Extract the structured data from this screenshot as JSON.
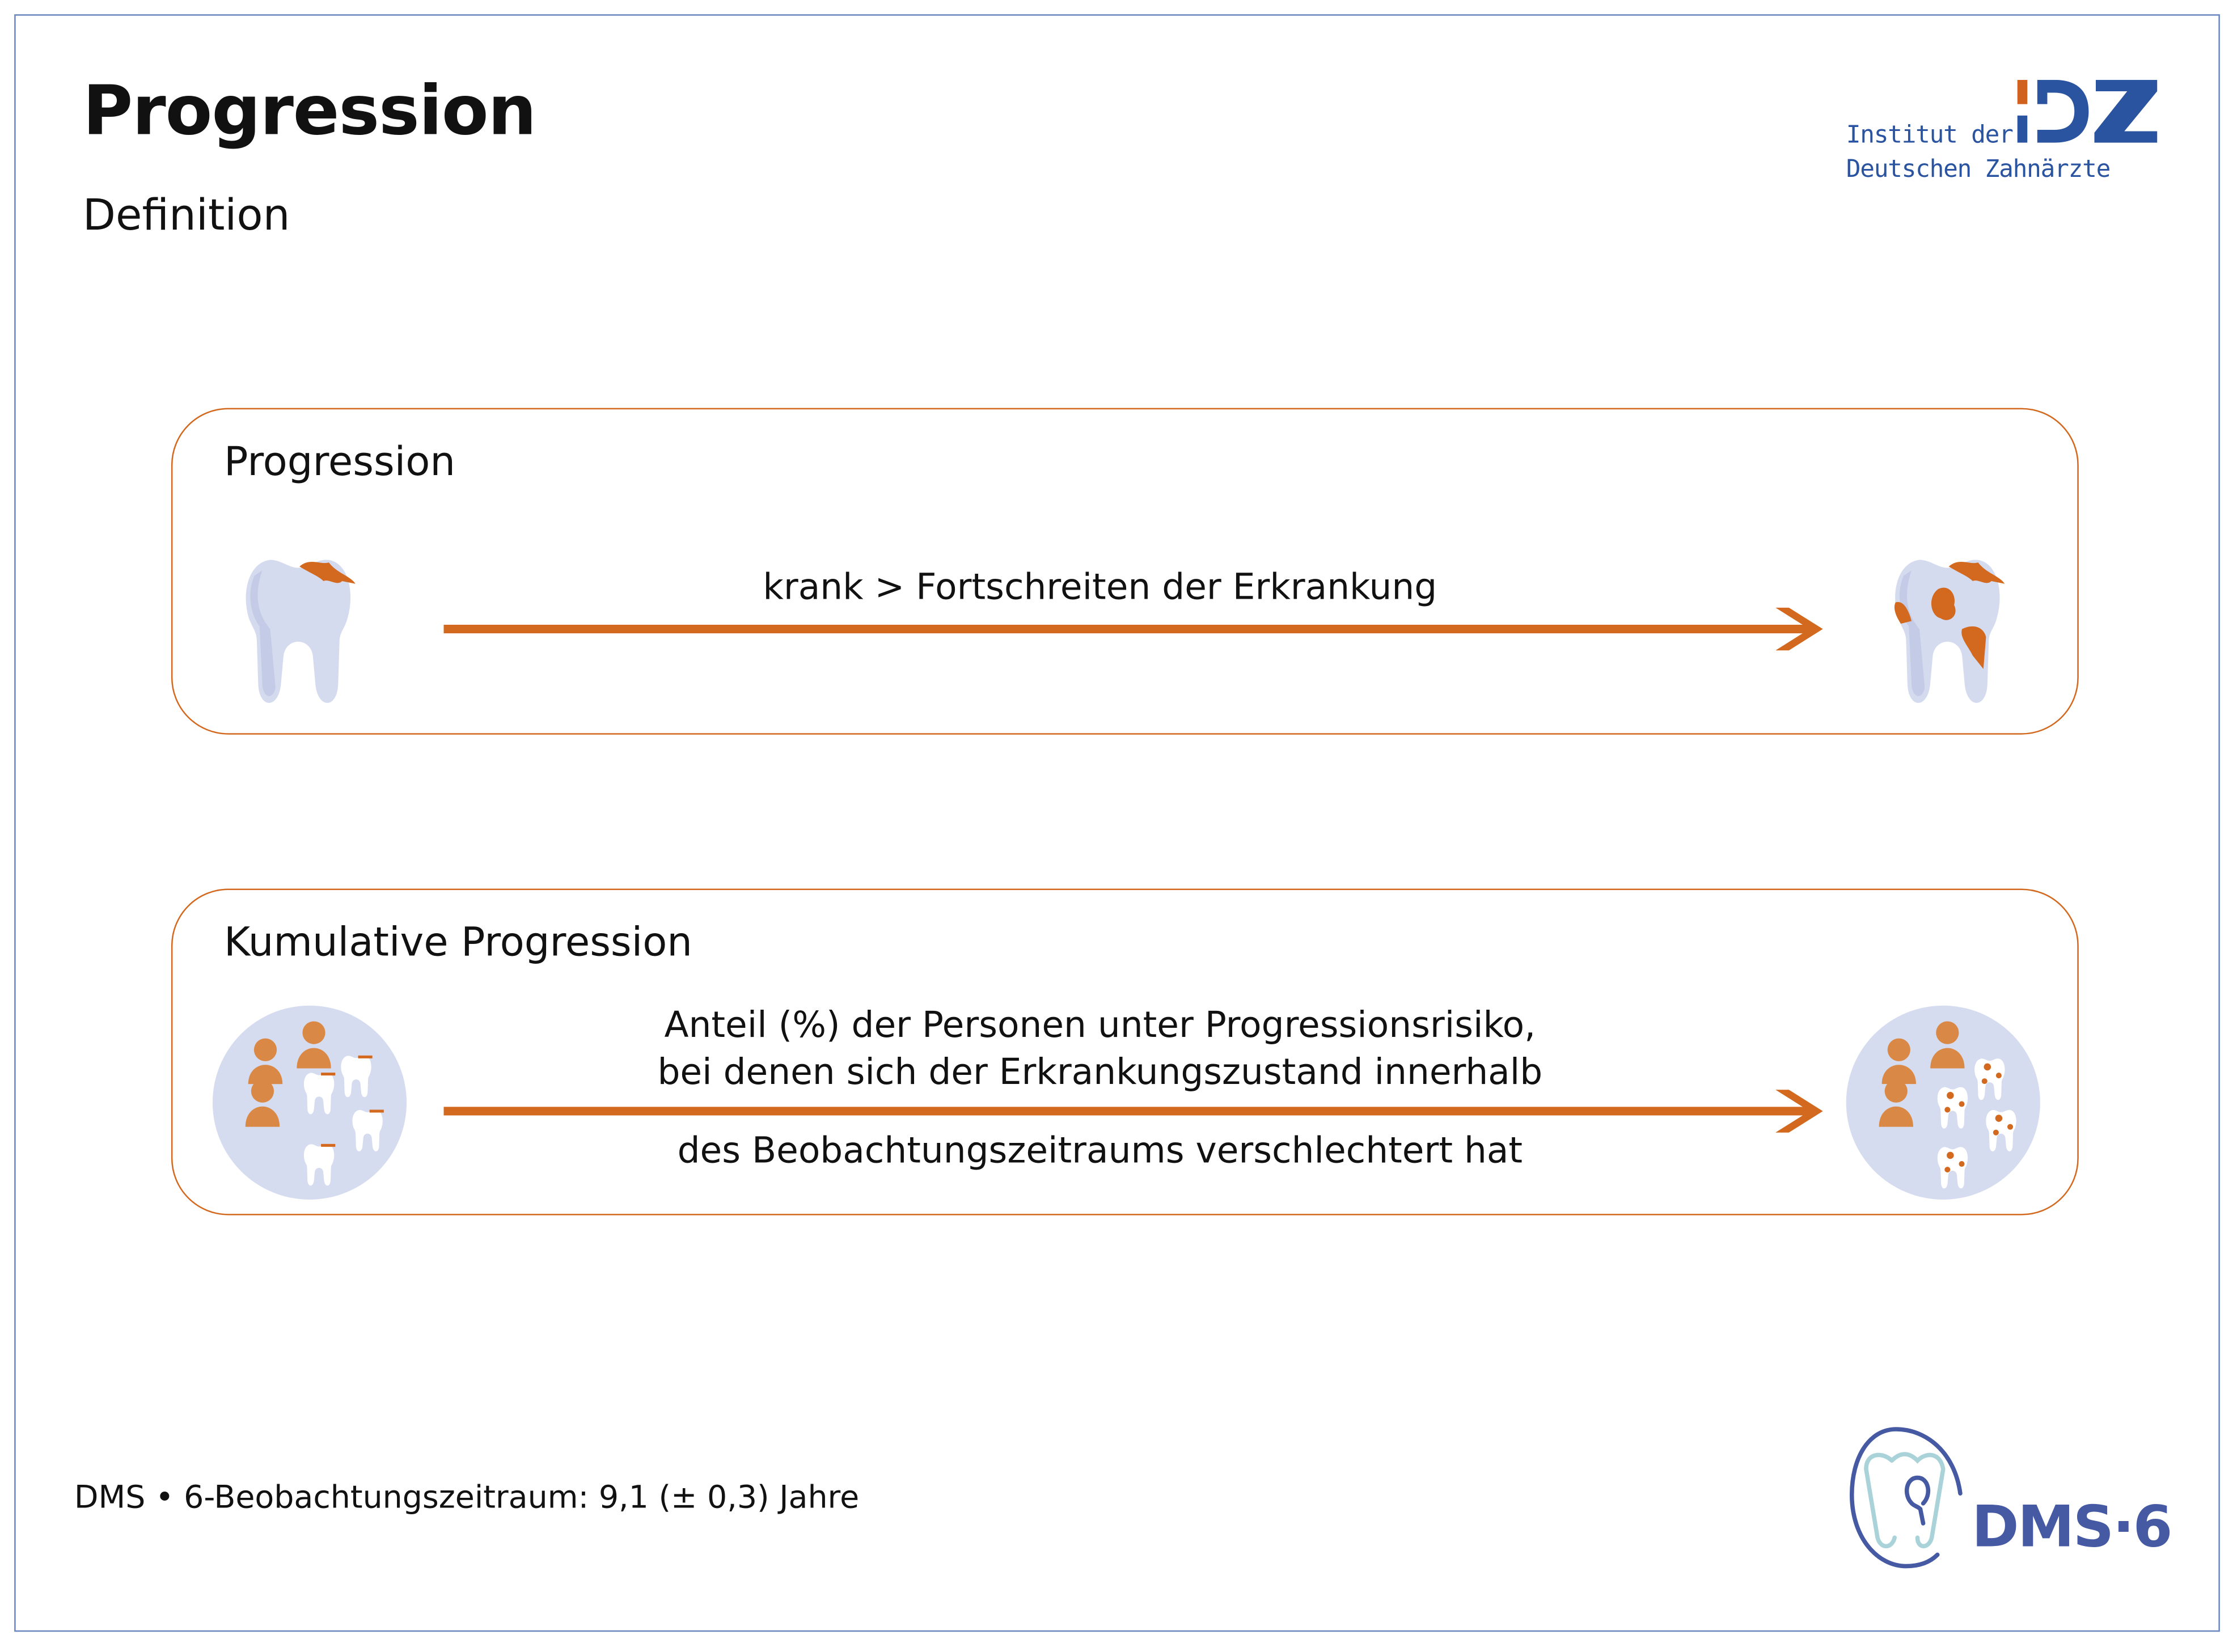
{
  "header": {
    "title": "Progression",
    "subtitle": "Definition"
  },
  "logo_idz": {
    "line1": "Institut der",
    "line2": "Deutschen Zahnärzte",
    "mark": "IDZ"
  },
  "boxes": [
    {
      "label": "Progression",
      "text_lines": [
        "krank > Fortschreiten der Erkrankung"
      ],
      "left_icon": "tooth-caries-small-icon",
      "right_icon": "tooth-caries-advanced-icon"
    },
    {
      "label": "Kumulative Progression",
      "text_lines": [
        "Anteil (%) der Personen unter Progressionsrisiko,",
        "bei denen sich der Erkrankungszustand innerhalb",
        "des Beobachtungszeitraums verschlechtert hat"
      ],
      "left_icon": "population-group-icon",
      "right_icon": "population-group-progressed-icon"
    }
  ],
  "footer": {
    "text": "DMS • 6-Beobachtungszeitraum: 9,1 (± 0,3) Jahre"
  },
  "logo_dms": {
    "text": "DMS·6"
  },
  "colors": {
    "accent": "#d2691e",
    "brand_blue": "#2a53a0",
    "tooth": "#d5dbef",
    "circle": "#d6dcef",
    "person": "#d98945"
  }
}
